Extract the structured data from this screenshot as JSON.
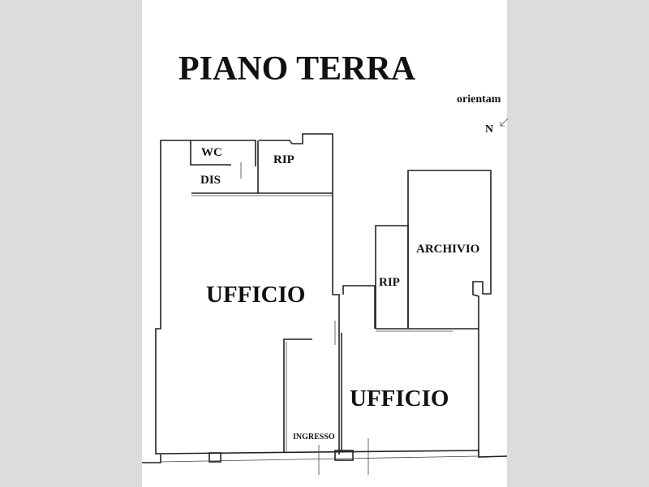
{
  "title": "PIANO TERRA",
  "orientation": {
    "label": "orientam",
    "north": "N"
  },
  "rooms": {
    "wc": "WC",
    "dis": "DIS",
    "rip_top": "RIP",
    "ufficio_left": "UFFICIO",
    "rip_middle": "RIP",
    "archivio": "ARCHIVIO",
    "ufficio_right": "UFFICIO",
    "ingresso": "INGRESSO"
  }
}
